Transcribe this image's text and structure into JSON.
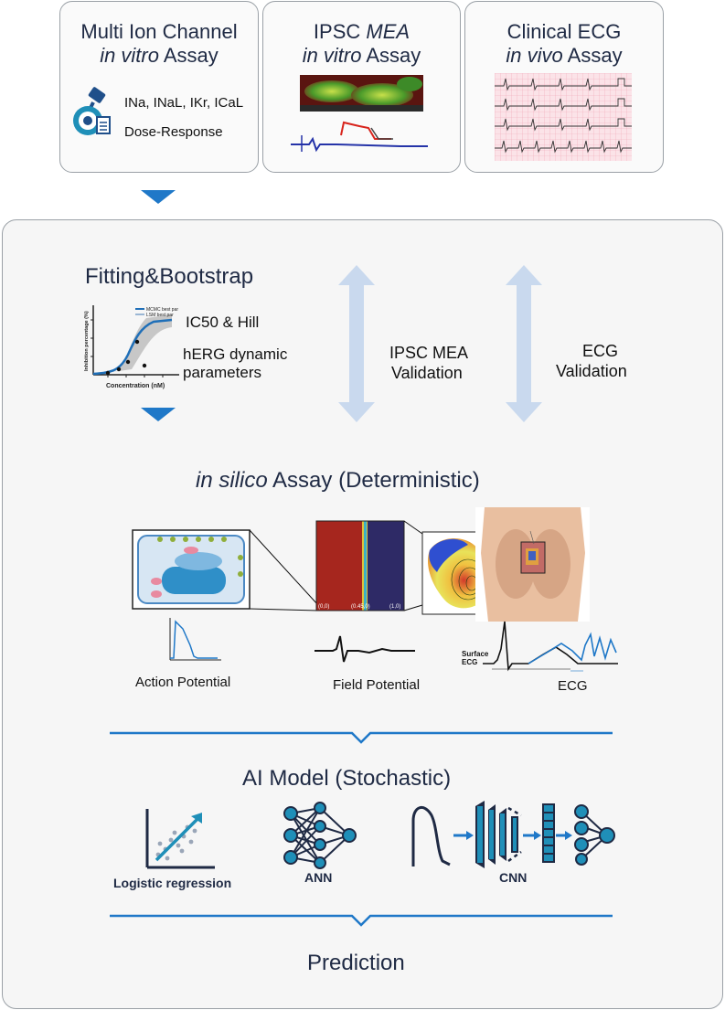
{
  "assays": {
    "multi_ion": {
      "line1": "Multi Ion Channel",
      "line2_italic": "in vitro",
      "line2_rest": " Assay",
      "channels": "INa, INaL, IKr, ICaL",
      "dose": "Dose-Response"
    },
    "ipsc": {
      "line1_plain": "IPSC ",
      "line1_italic": "MEA",
      "line2_italic": "in vitro",
      "line2_rest": " Assay"
    },
    "clinical": {
      "line1": "Clinical ECG",
      "line2_italic": "in vivo",
      "line2_rest": " Assay"
    }
  },
  "fitting": {
    "title": "Fitting&Bootstrap",
    "ic50": "IC50 & Hill",
    "herg_line1": "hERG dynamic",
    "herg_line2": "parameters",
    "chart_ylabel": "Inhibition percentage (%)",
    "chart_xlabel": "Concentration (nM)",
    "legend": [
      "MCMC best par",
      "LSM best par"
    ]
  },
  "validation": {
    "ipsc_line1": "IPSC MEA",
    "ipsc_line2": "Validation",
    "ecg_line1": "ECG",
    "ecg_line2": "Validation"
  },
  "in_silico": {
    "title_italic": "in silico",
    "title_rest": " Assay (Deterministic)",
    "action_potential": "Action Potential",
    "field_potential": "Field Potential",
    "ecg": "ECG",
    "surface_line1": "Surface",
    "surface_line2": "ECG",
    "strip_labels": [
      "(0,0)",
      "(0.45,0)",
      "(1,0)"
    ]
  },
  "ai": {
    "title": "AI Model (Stochastic)",
    "logistic": "Logistic regression",
    "ann": "ANN",
    "cnn": "CNN"
  },
  "prediction": "Prediction",
  "colors": {
    "accent": "#1f78c8",
    "navy": "#1f2a44",
    "arrow": "#c9d9ee",
    "teal": "#1f8fb8"
  }
}
